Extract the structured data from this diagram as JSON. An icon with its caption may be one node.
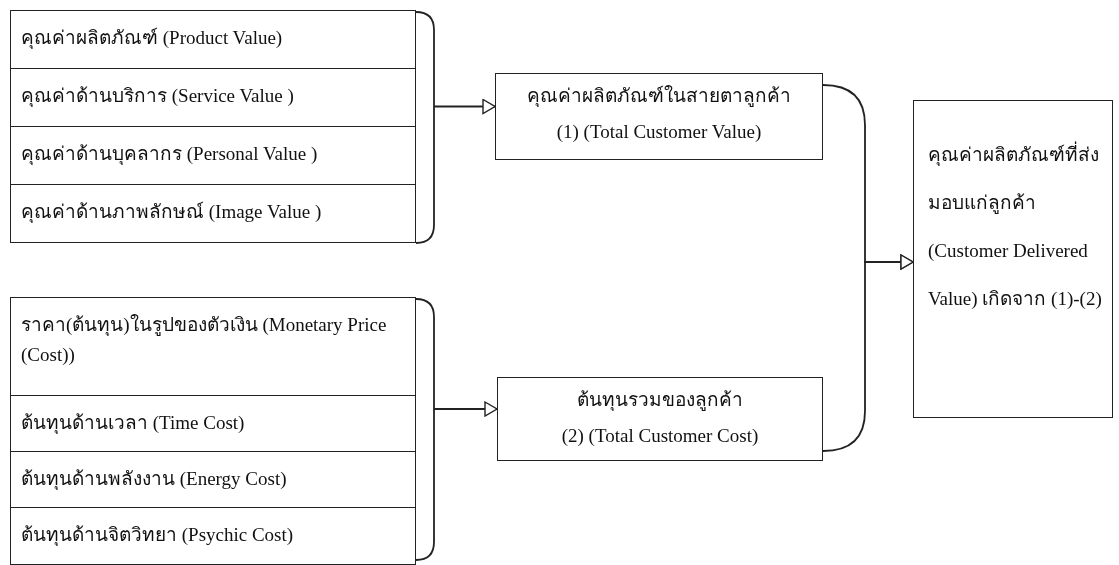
{
  "diagram": {
    "nodes": [
      {
        "text": [],
        "shape": "box"
      },
      {
        "text": [
          "คุณค่าผลิตภัณฑ์ (Product Value)"
        ],
        "in": 0
      },
      {
        "text": [
          "คุณค่าด้านบริการ (Service Value )"
        ],
        "in": 0
      },
      {
        "text": [
          "คุณค่าด้านบุคลากร (Personal Value )"
        ],
        "in": 0
      },
      {
        "text": [
          "คุณค่าด้านภาพลักษณ์ (Image Value )"
        ],
        "in": 0
      },
      {
        "text": [],
        "shape": "box"
      },
      {
        "text": [
          "ราคา(ต้นทุน)ในรูปของตัวเงิน (Monetary Price (Cost))"
        ],
        "in": 5
      },
      {
        "text": [
          "ต้นทุนด้านเวลา (Time Cost)"
        ],
        "in": 5
      },
      {
        "text": [
          "ต้นทุนด้านพลังงาน (Energy Cost)"
        ],
        "in": 5
      },
      {
        "text": [
          "ต้นทุนด้านจิตวิทยา (Psychic Cost)"
        ],
        "in": 5
      },
      {
        "text": [
          "คุณค่าผลิตภัณฑ์ในสายตาลูกค้า",
          "(1) (Total Customer Value)"
        ]
      },
      {
        "text": [
          "ต้นทุนรวมของลูกค้า",
          "(2) (Total Customer Cost)"
        ]
      },
      {
        "text": [
          "คุณค่าผลิตภัณฑ์ที่ส่งมอบแก่ลูกค้า (Customer Delivered Value) เกิดจาก (1)-(2)"
        ]
      }
    ],
    "edges": [
      {
        "from": 0,
        "to": 10,
        "arrow": "to"
      },
      {
        "from": 5,
        "to": 11,
        "arrow": "to"
      },
      {
        "from": 10,
        "to": 12,
        "arrow": "to"
      },
      {
        "from": 11,
        "to": 12,
        "arrow": "to"
      }
    ]
  }
}
